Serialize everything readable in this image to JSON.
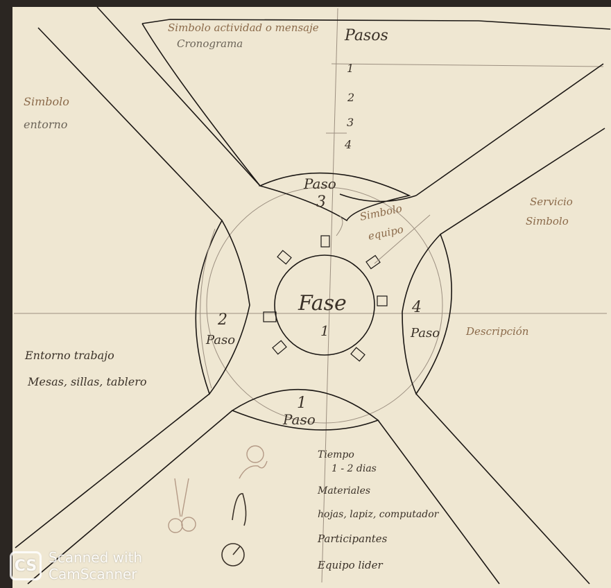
{
  "top_label_1": "Simbolo actividad o mensaje",
  "top_label_2": "Cronograma",
  "pasos_title": "Pasos",
  "pasos_items": [
    "1",
    "2",
    "3",
    "4"
  ],
  "left_top_1": "Simbolo",
  "left_top_2": "entorno",
  "right_top_1": "Servicio",
  "right_top_2": "Simbolo",
  "center_1": "Fase",
  "center_2": "1",
  "equipo_1": "Simbolo",
  "equipo_2": "equipo",
  "paso_top_word": "Paso",
  "paso_top_num": "3",
  "paso_left_num": "2",
  "paso_left_word": "Paso",
  "paso_right_num": "4",
  "paso_right_word": "Paso",
  "paso_bottom_num": "1",
  "paso_bottom_word": "Paso",
  "descripcion": "Descripción",
  "entorno_1": "Entorno trabajo",
  "entorno_2": "Mesas, sillas, tablero",
  "tiempo_1": "Tiempo",
  "tiempo_2": "1 - 2 dias",
  "materiales": "Materiales",
  "materiales_list": "hojas, lapiz, computador",
  "participantes": "Participantes",
  "equipo_lider": "Equipo lider",
  "watermark_logo": "CS",
  "watermark_1": "Scanned with",
  "watermark_2": "CamScanner"
}
